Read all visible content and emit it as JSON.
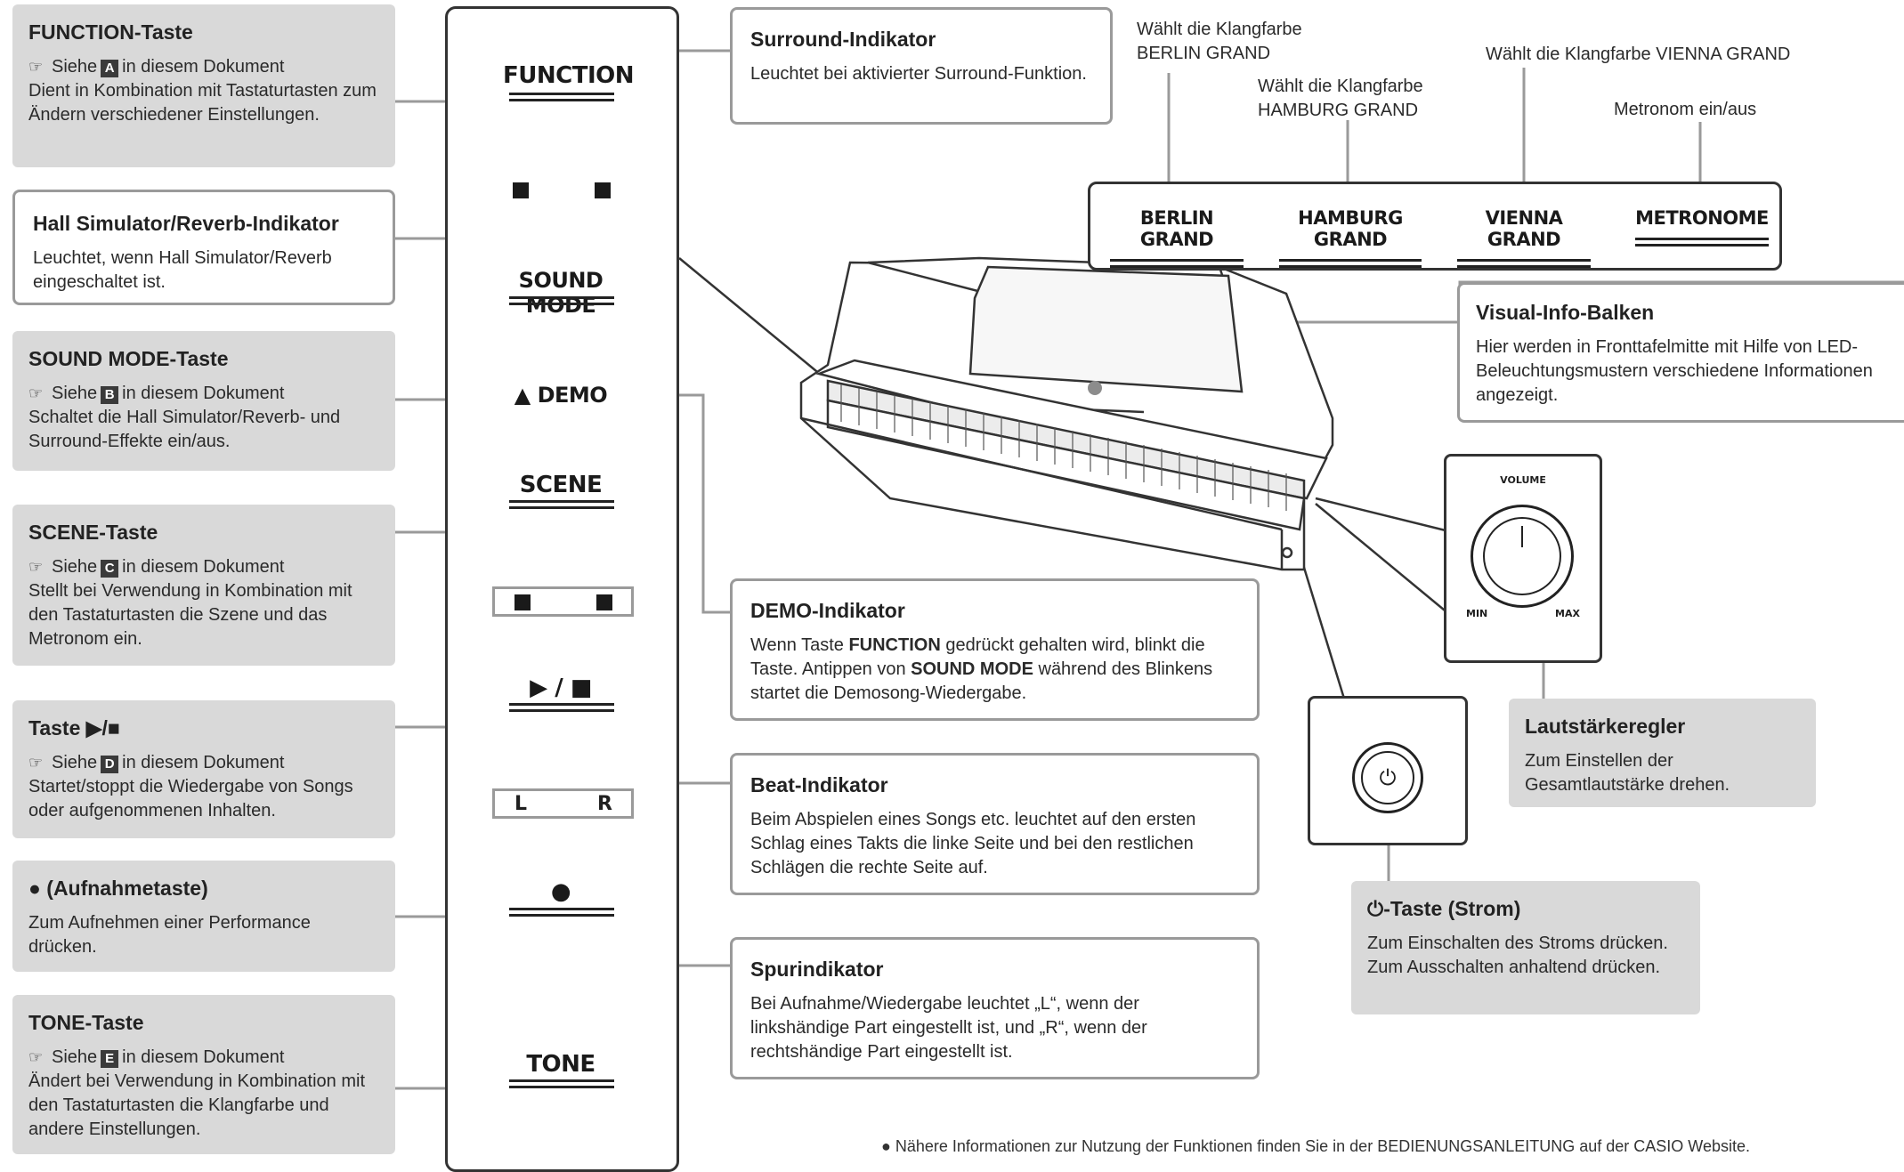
{
  "panel": {
    "function_label": "FUNCTION",
    "sound_mode_label": "SOUND MODE",
    "demo_label": "▲ DEMO",
    "scene_label": "SCENE",
    "play_stop_label": "▶ / ■",
    "track_l": "L",
    "track_r": "R",
    "record_symbol": "●",
    "tone_label": "TONE"
  },
  "left_boxes": {
    "function": {
      "title": "FUNCTION-Taste",
      "ref_pre": "Siehe",
      "ref_letter": "A",
      "ref_post": "in diesem Dokument",
      "text": "Dient in Kombination mit Tastaturtasten zum Ändern verschiedener Einstellungen."
    },
    "hall": {
      "title": "Hall Simulator/Reverb-Indikator",
      "text": "Leuchtet, wenn Hall Simulator/Reverb eingeschaltet ist."
    },
    "sound_mode": {
      "title": "SOUND MODE-Taste",
      "ref_pre": "Siehe",
      "ref_letter": "B",
      "ref_post": "in diesem Dokument",
      "text": "Schaltet die Hall Simulator/Reverb- und Surround-Effekte ein/aus."
    },
    "scene": {
      "title": "SCENE-Taste",
      "ref_pre": "Siehe",
      "ref_letter": "C",
      "ref_post": "in diesem Dokument",
      "text": "Stellt bei Verwendung in Kombination mit den Tastaturtasten die Szene und das Metronom ein."
    },
    "play": {
      "title": "Taste ▶/■",
      "ref_pre": "Siehe",
      "ref_letter": "D",
      "ref_post": "in diesem Dokument",
      "text": "Startet/stoppt die Wiedergabe von Songs oder aufgenommenen Inhalten."
    },
    "record": {
      "title": "● (Aufnahmetaste)",
      "text": "Zum Aufnehmen einer Performance drücken."
    },
    "tone": {
      "title": "TONE-Taste",
      "ref_pre": "Siehe",
      "ref_letter": "E",
      "ref_post": "in diesem Dokument",
      "text": "Ändert bei Verwendung in Kombination mit den Tastaturtasten die Klangfarbe und andere Einstellungen."
    }
  },
  "middle_boxes": {
    "surround": {
      "title": "Surround-Indikator",
      "text": "Leuchtet bei aktivierter Surround-Funktion."
    },
    "demo": {
      "title": "DEMO-Indikator",
      "text_1": "Wenn Taste ",
      "bold_1": "FUNCTION",
      "text_2": " gedrückt gehalten wird, blinkt die Taste. Antippen von ",
      "bold_2": "SOUND MODE",
      "text_3": " während des Blinkens startet die Demosong-Wiedergabe."
    },
    "beat": {
      "title": "Beat-Indikator",
      "text": "Beim Abspielen eines Songs etc. leuchtet auf den ersten Schlag eines Takts die linke Seite und bei den restlichen Schlägen die rechte Seite auf."
    },
    "track": {
      "title": "Spurindikator",
      "text": "Bei Aufnahme/Wiedergabe leuchtet „L“, wenn der linkshändige Part eingestellt ist, und „R“, wenn der rechtshändige Part eingestellt ist."
    }
  },
  "right_boxes": {
    "visual": {
      "title": "Visual-Info-Balken",
      "text": "Hier werden in Fronttafelmitte mit Hilfe von LED-Beleuchtungsmustern verschiedene Informationen angezeigt."
    },
    "volume": {
      "title": "Lautstärkeregler",
      "text": "Zum Einstellen der Gesamtlautstärke drehen."
    },
    "power": {
      "title": "-Taste (Strom)",
      "text": "Zum Einschalten des Stroms drücken. Zum Ausschalten anhaltend drücken."
    }
  },
  "sound_buttons": {
    "berlin": "BERLIN GRAND",
    "hamburg": "HAMBURG GRAND",
    "vienna": "VIENNA GRAND",
    "metronome": "METRONOME"
  },
  "sound_annotations": {
    "berlin": "Wählt die Klangfarbe BERLIN GRAND",
    "hamburg": "Wählt die Klangfarbe HAMBURG GRAND",
    "vienna": "Wählt die Klangfarbe VIENNA GRAND",
    "metronome": "Metronom ein/aus"
  },
  "volume_knob": {
    "label": "VOLUME",
    "min": "MIN",
    "max": "MAX"
  },
  "power_symbol": "⏻",
  "footer": "● Nähere Informationen zur Nutzung der Funktionen finden Sie in der BEDIENUNGSANLEITUNG auf der CASIO Website."
}
